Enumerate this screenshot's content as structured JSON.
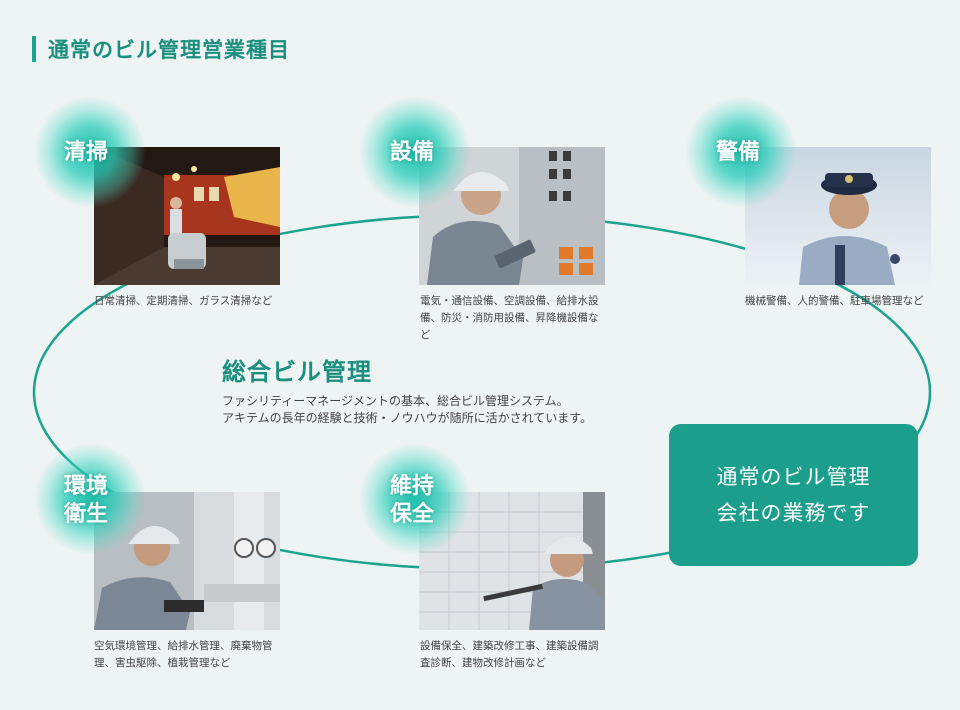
{
  "heading": "通常のビル管理営業種目",
  "center": {
    "title": "総合ビル管理",
    "desc_line1": "ファシリティーマネージメントの基本、総合ビル管理システム。",
    "desc_line2": "アキテムの長年の経験と技術・ノウハウが随所に活かされています。"
  },
  "callout": {
    "line1": "通常のビル管理",
    "line2": "会社の業務です"
  },
  "services": {
    "cleaning": {
      "label": "清掃",
      "caption": "日常清掃、定期清掃、ガラス清掃など",
      "photo": "cleaning-photo"
    },
    "equipment": {
      "label": "設備",
      "caption_line1": "電気・通信設備、空調設備、給排水設",
      "caption_line2": "備、防災・消防用設備、昇降機設備な",
      "caption_line3": "ど",
      "photo": "equipment-photo"
    },
    "security": {
      "label": "警備",
      "caption": "機械警備、人的警備、駐車場管理など",
      "photo": "security-photo"
    },
    "environment": {
      "label_line1": "環境",
      "label_line2": "衛生",
      "caption_line1": "空気環境管理、給排水管理、廃棄物管",
      "caption_line2": "理、害虫駆除、植栽管理など",
      "photo": "environment-photo"
    },
    "maintenance": {
      "label_line1": "維持",
      "label_line2": "保全",
      "caption_line1": "設備保全、建築改修工事、建築設備調",
      "caption_line2": "査診断、建物改修計画など",
      "photo": "maintenance-photo"
    }
  },
  "colors": {
    "accent": "#1aa38f",
    "callout_bg": "#1c9e8c",
    "ring": "#1aa38f",
    "background": "#eef3f3"
  }
}
